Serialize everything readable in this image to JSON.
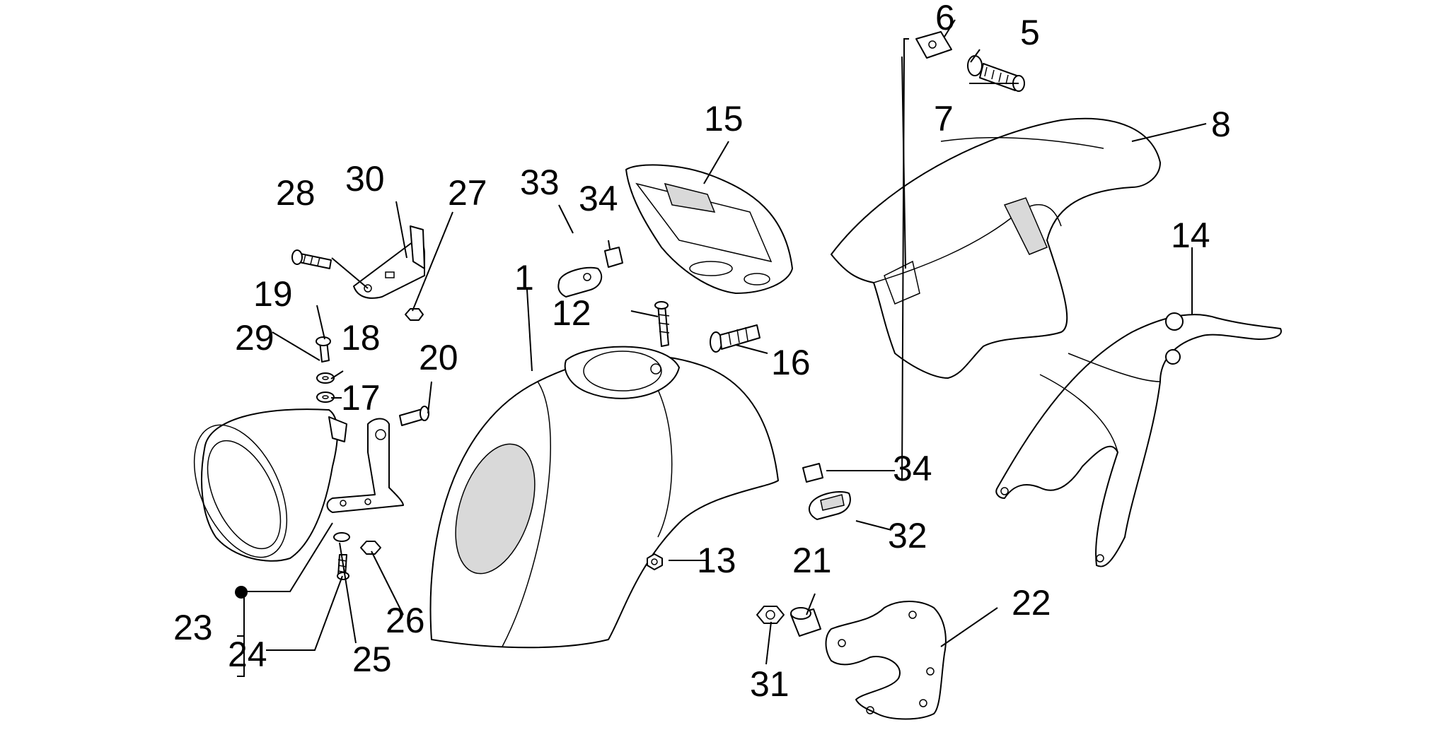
{
  "callouts": [
    {
      "label": "1"
    },
    {
      "label": "5"
    },
    {
      "label": "6"
    },
    {
      "label": "7"
    },
    {
      "label": "8"
    },
    {
      "label": "12"
    },
    {
      "label": "13"
    },
    {
      "label": "14"
    },
    {
      "label": "15"
    },
    {
      "label": "16"
    },
    {
      "label": "17"
    },
    {
      "label": "18"
    },
    {
      "label": "19"
    },
    {
      "label": "20"
    },
    {
      "label": "21"
    },
    {
      "label": "22"
    },
    {
      "label": "23"
    },
    {
      "label": "24"
    },
    {
      "label": "25"
    },
    {
      "label": "26"
    },
    {
      "label": "27"
    },
    {
      "label": "28"
    },
    {
      "label": "29"
    },
    {
      "label": "30"
    },
    {
      "label": "31"
    },
    {
      "label": "32"
    },
    {
      "label": "33"
    },
    {
      "label": "34"
    },
    {
      "label": "34"
    }
  ]
}
